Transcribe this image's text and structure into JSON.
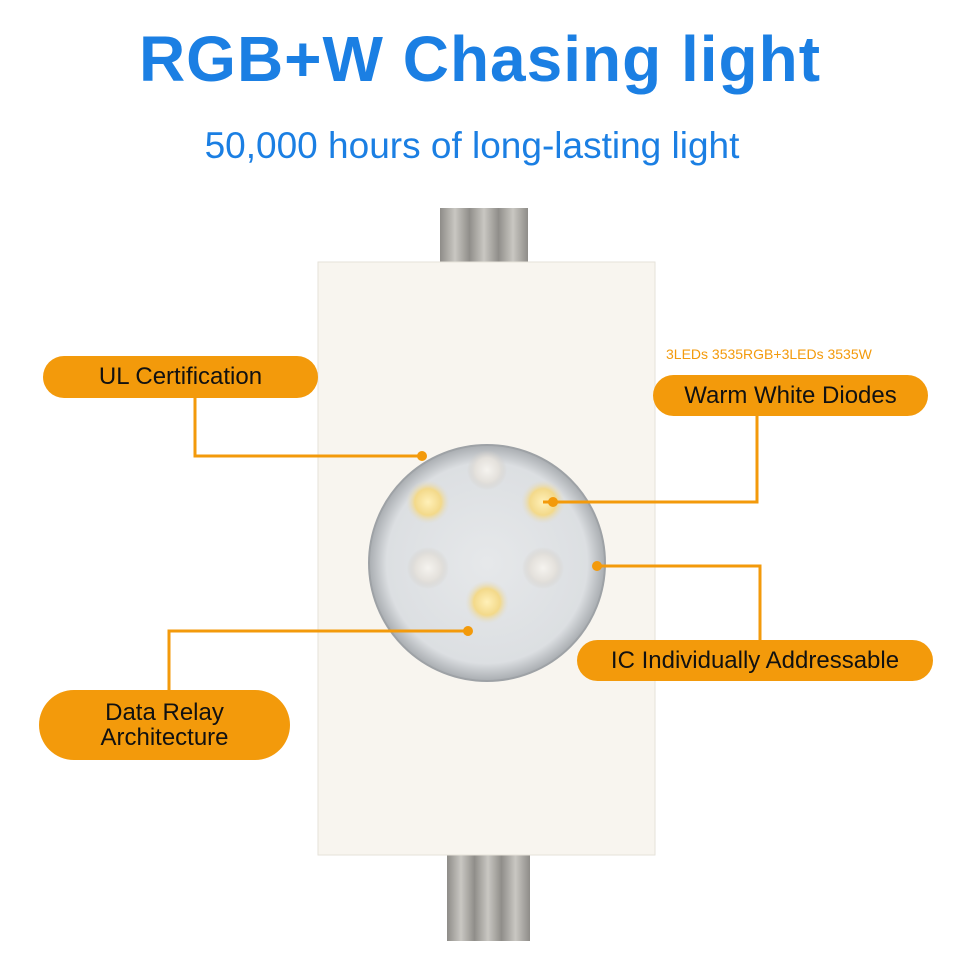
{
  "title": "RGB+W Chasing light",
  "subtitle": "50,000 hours of long-lasting light",
  "callouts": {
    "ul": "UL Certification",
    "warm_note": "3LEDs 3535RGB+3LEDs 3535W",
    "warm": "Warm White Diodes",
    "ic": "IC Individually Addressable",
    "data_line1": "Data Relay",
    "data_line2": "Architecture"
  },
  "colors": {
    "accent": "#f39a0b",
    "title": "#1b7fe3"
  }
}
